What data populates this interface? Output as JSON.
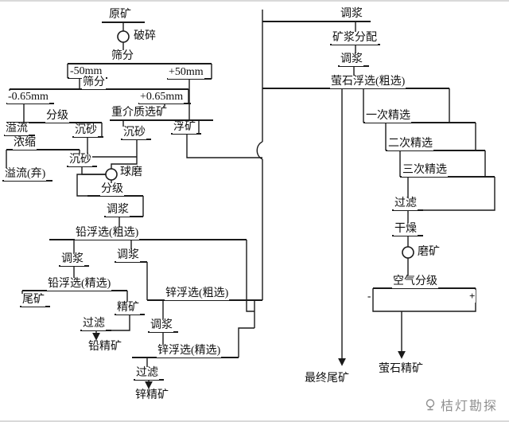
{
  "labels": {
    "raw_ore": "原矿",
    "crushing": "破碎",
    "screening_1": "筛分",
    "undersize_50": "-50mm",
    "oversize_50": "+50mm",
    "screening_2": "筛分",
    "undersize_065": "-0.65mm",
    "oversize_065": "+0.65mm",
    "classification_1": "分级",
    "heavy_media": "重介质选矿",
    "overflow_1": "溢流",
    "sand_1": "沉砂",
    "sand_2": "沉砂",
    "float_ore": "浮矿",
    "thickening": "浓缩",
    "sand_3": "沉砂",
    "overflow_discard": "溢流(弃)",
    "ball_mill": "球磨",
    "classification_2": "分级",
    "conditioning_1": "调浆",
    "pb_rougher": "铅浮选(粗选)",
    "conditioning_2": "调浆",
    "conditioning_3": "调浆",
    "pb_cleaner": "铅浮选(精选)",
    "zn_rougher": "锌浮选(粗选)",
    "tailings": "尾矿",
    "concentrate": "精矿",
    "filter_1": "过滤",
    "conditioning_4": "调浆",
    "pb_concentrate": "铅精矿",
    "zn_cleaner": "锌浮选(精选)",
    "filter_2": "过滤",
    "zn_concentrate": "锌精矿",
    "conditioning_5": "调浆",
    "pulp_distribution": "矿浆分配",
    "conditioning_6": "调浆",
    "fluorite_rougher": "萤石浮选(粗选)",
    "cleaner_1": "一次精选",
    "cleaner_2": "二次精选",
    "cleaner_3": "三次精选",
    "filter_3": "过滤",
    "drying": "干燥",
    "grinding": "磨矿",
    "air_classification": "空气分级",
    "minus_sign": "-",
    "plus_sign": "+",
    "final_tailings": "最终尾矿",
    "fluorite_concentrate": "萤石精矿"
  },
  "watermark": {
    "brand": "桔灯勘探"
  },
  "colors": {
    "line": "#1a1a1a",
    "text": "#101010",
    "watermark": "#8f8f8f",
    "background": "#ffffff"
  }
}
